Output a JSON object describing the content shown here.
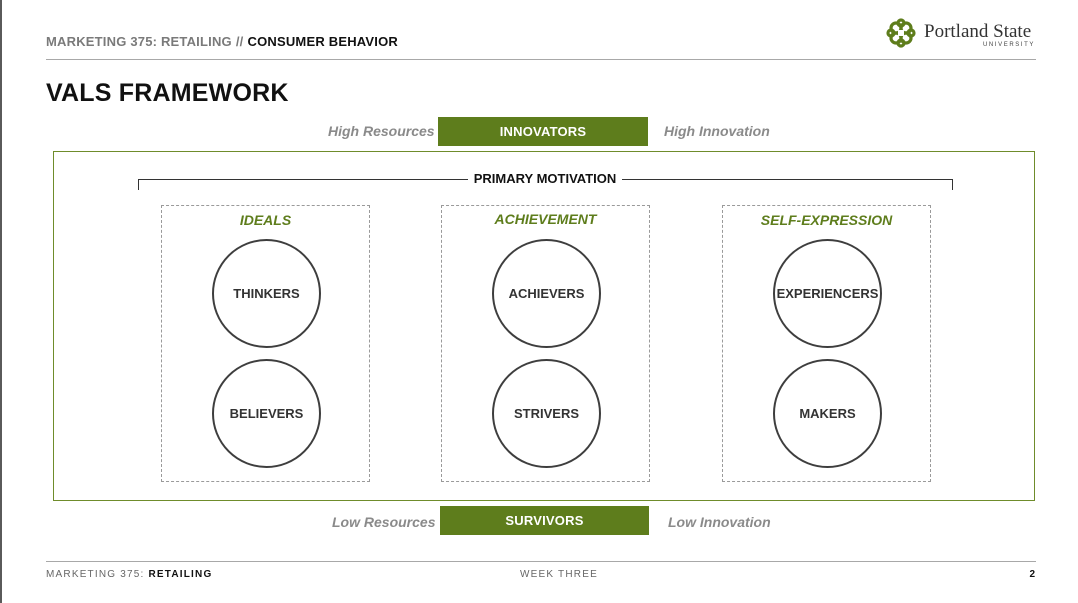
{
  "header": {
    "course": "MARKETING 375: RETAILING",
    "separator": "//",
    "topic": "CONSUMER BEHAVIOR"
  },
  "logo": {
    "name": "Portland State",
    "sub": "UNIVERSITY",
    "icon": "psu-logo-icon",
    "color": "#5e7d1c"
  },
  "title": "VALS FRAMEWORK",
  "top_bar": {
    "left_label": "High Resources",
    "label": "INNOVATORS",
    "right_label": "High Innovation"
  },
  "primary_motivation": "PRIMARY MOTIVATION",
  "groups": [
    {
      "label": "IDEALS",
      "top": "THINKERS",
      "bottom": "BELIEVERS"
    },
    {
      "label": "ACHIEVEMENT",
      "top": "ACHIEVERS",
      "bottom": "STRIVERS"
    },
    {
      "label": "SELF-EXPRESSION",
      "top": "EXPERIENCERS",
      "bottom": "MAKERS"
    }
  ],
  "bottom_bar": {
    "left_label": "Low Resources",
    "label": "SURVIVORS",
    "right_label": "Low Innovation"
  },
  "footer": {
    "course_prefix": "MARKETING 375:",
    "course_strong": "RETAILING",
    "week": "WEEK THREE",
    "page": "2"
  },
  "colors": {
    "accent": "#5e7d1c",
    "frame": "#6f8c2b",
    "text": "#222222"
  }
}
